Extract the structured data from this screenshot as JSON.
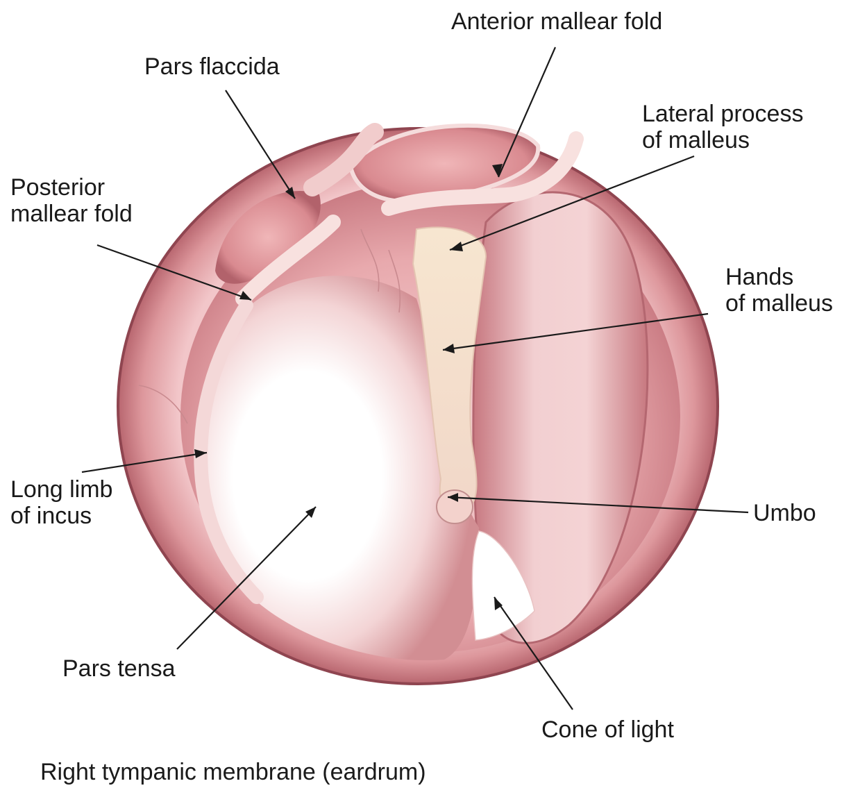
{
  "figure": {
    "caption": "Right tympanic membrane (eardrum)",
    "colors": {
      "rim_outer": "#c97a82",
      "rim_light": "#f3cbcd",
      "membrane_pink": "#e7a4a8",
      "membrane_white": "#ffffff",
      "malleus_cream": "#f6e6cc",
      "label_text": "#1a1a1a"
    }
  },
  "labels": {
    "anterior_mallear_fold": "Anterior mallear fold",
    "pars_flaccida": "Pars flaccida",
    "lateral_process_line1": "Lateral process",
    "lateral_process_line2": "of malleus",
    "posterior_fold_line1": "Posterior",
    "posterior_fold_line2": "mallear fold",
    "handle_line1": "Hands",
    "handle_line2": "of malleus",
    "long_limb_line1": "Long limb",
    "long_limb_line2": "of incus",
    "umbo": "Umbo",
    "pars_tensa": "Pars tensa",
    "cone_of_light": "Cone of light"
  }
}
